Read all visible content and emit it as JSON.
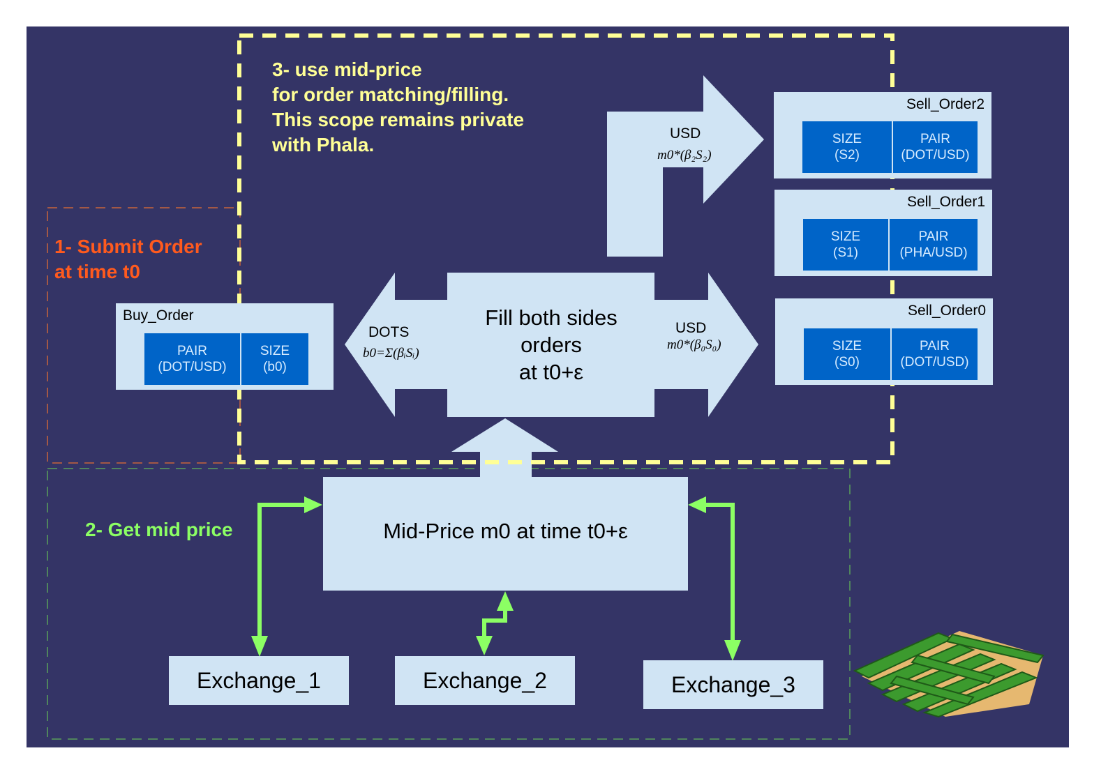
{
  "steps": {
    "step1": [
      "1- Submit Order",
      "at time t0"
    ],
    "step2": "2- Get mid price",
    "step3": [
      "3- use mid-price",
      "for order matching/filling.",
      "This scope remains private",
      "with Phala."
    ]
  },
  "buy_order": {
    "title": "Buy_Order",
    "pair_label": "PAIR",
    "pair_value": "(DOT/USD)",
    "size_label": "SIZE",
    "size_value": "(b0)"
  },
  "sell_orders": [
    {
      "title": "Sell_Order2",
      "size_label": "SIZE",
      "size_value": "(S2)",
      "pair_label": "PAIR",
      "pair_value": "(DOT/USD)"
    },
    {
      "title": "Sell_Order1",
      "size_label": "SIZE",
      "size_value": "(S1)",
      "pair_label": "PAIR",
      "pair_value": "(PHA/USD)"
    },
    {
      "title": "Sell_Order0",
      "size_label": "SIZE",
      "size_value": "(S0)",
      "pair_label": "PAIR",
      "pair_value": "(DOT/USD)"
    }
  ],
  "fill": {
    "line1": "Fill both sides",
    "line2": "orders",
    "line3": "at t0+ε"
  },
  "dots": {
    "label": "DOTS",
    "formula": "b0=Σ(βᵢSᵢ)"
  },
  "usd_right": {
    "label": "USD",
    "formula": "m0*(β₀S₀)"
  },
  "usd_top": {
    "label": "USD",
    "formula": "m0*(β₂S₂)"
  },
  "midprice": "Mid-Price m0 at time t0+ε",
  "exchanges": [
    "Exchange_1",
    "Exchange_2",
    "Exchange_3"
  ],
  "colors": {
    "background": "#343466",
    "box": "#d0e4f4",
    "cell": "#0064c8",
    "step1": "#ff5a1e",
    "step2": "#8cff64",
    "step3": "#ffff96",
    "link": "#8cff64"
  },
  "icons": [
    "maze-icon"
  ]
}
